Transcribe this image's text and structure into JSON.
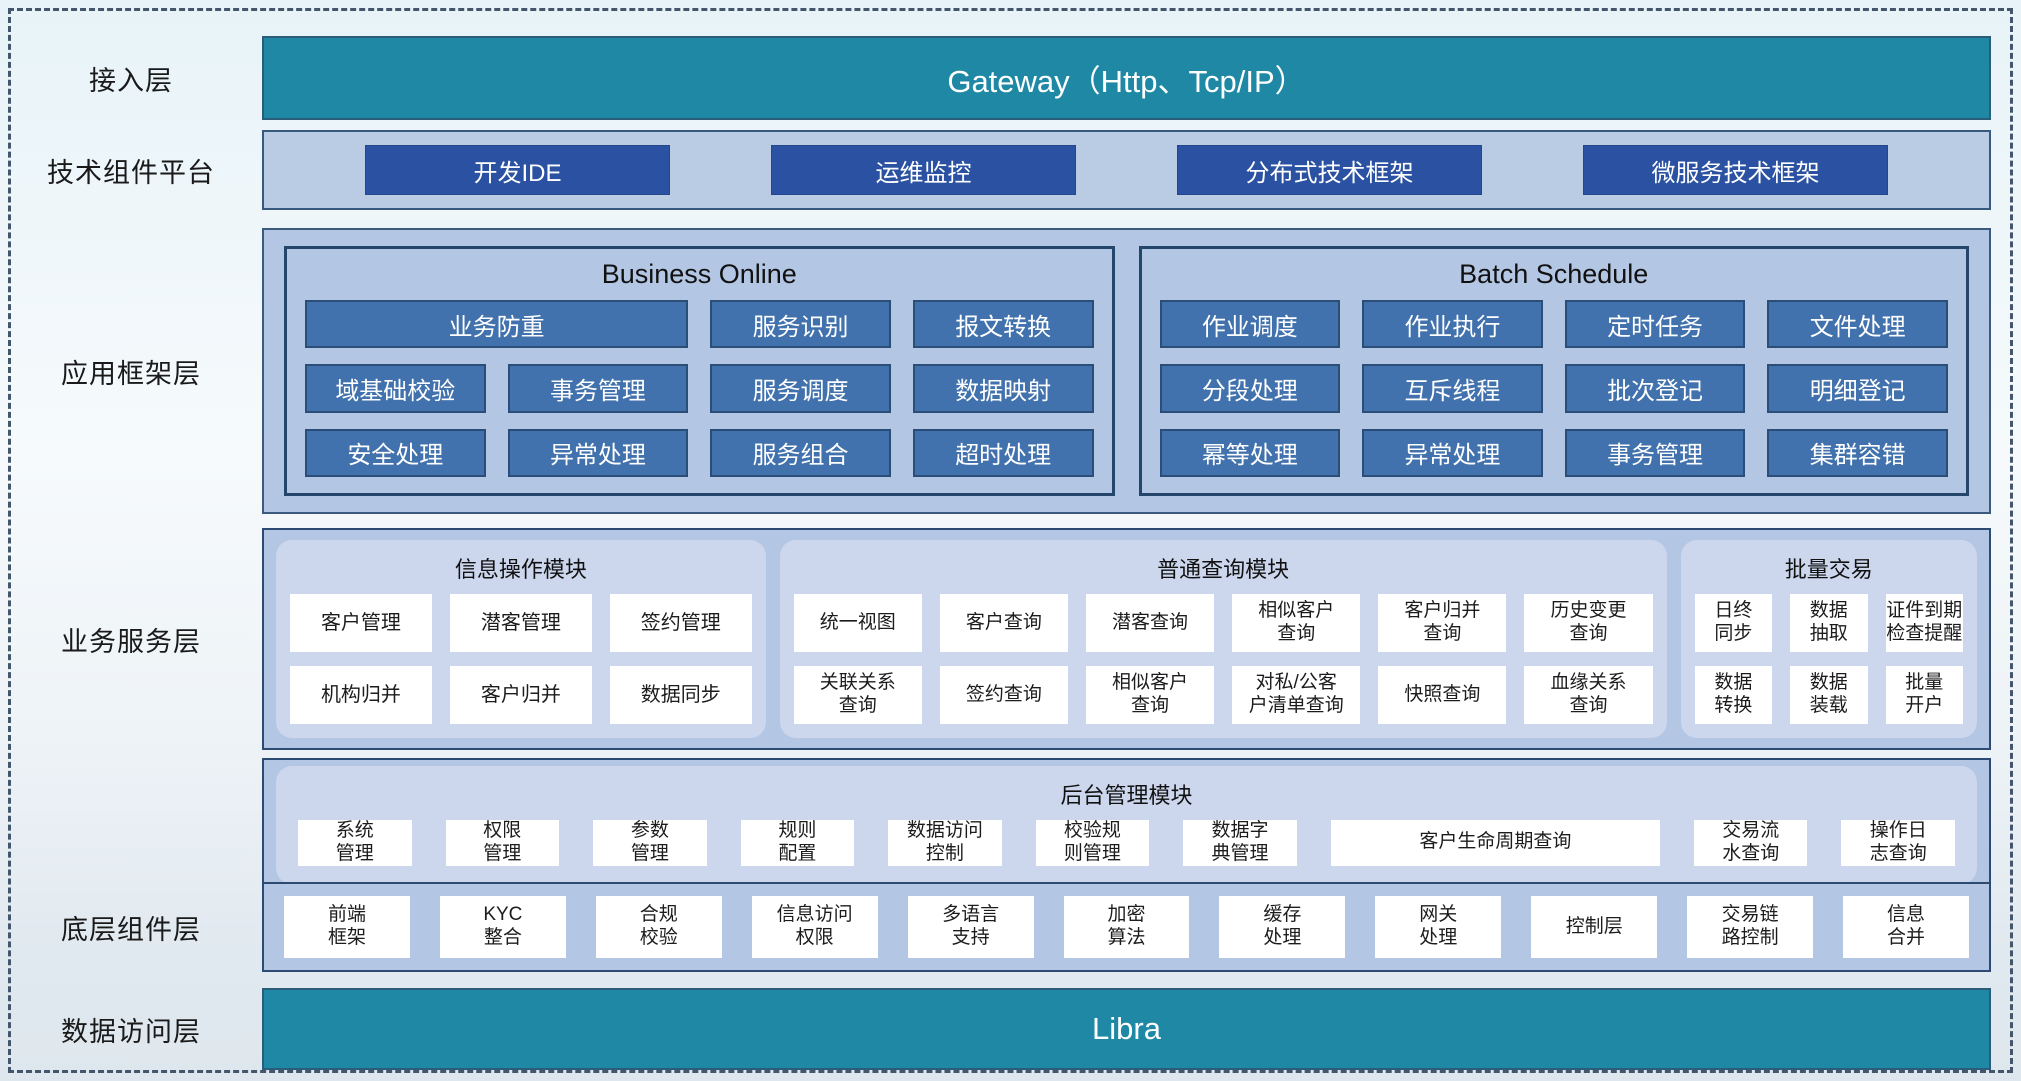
{
  "access_layer": {
    "label": "接入层",
    "gateway": "Gateway（Http、Tcp/IP）"
  },
  "tech_platform": {
    "label": "技术组件平台",
    "items": [
      "开发IDE",
      "运维监控",
      "分布式技术框架",
      "微服务技术框架"
    ]
  },
  "app_framework": {
    "label": "应用框架层",
    "business_online": {
      "title": "Business Online",
      "items": [
        "业务防重",
        "服务识别",
        "报文转换",
        "域基础校验",
        "事务管理",
        "服务调度",
        "数据映射",
        "安全处理",
        "异常处理",
        "服务组合",
        "超时处理"
      ]
    },
    "batch_schedule": {
      "title": "Batch Schedule",
      "items": [
        "作业调度",
        "作业执行",
        "定时任务",
        "文件处理",
        "分段处理",
        "互斥线程",
        "批次登记",
        "明细登记",
        "幂等处理",
        "异常处理",
        "事务管理",
        "集群容错"
      ]
    }
  },
  "business_service": {
    "label": "业务服务层",
    "info_module": {
      "title": "信息操作模块",
      "items": [
        "客户管理",
        "潜客管理",
        "签约管理",
        "机构归并",
        "客户归并",
        "数据同步"
      ]
    },
    "query_module": {
      "title": "普通查询模块",
      "items": [
        "统一视图",
        "客户查询",
        "潜客查询",
        "相似客户\n查询",
        "客户归并\n查询",
        "历史变更\n查询",
        "关联关系\n查询",
        "签约查询",
        "相似客户\n查询",
        "对私/公客\n户清单查询",
        "快照查询",
        "血缘关系\n查询"
      ]
    },
    "batch_module": {
      "title": "批量交易",
      "items": [
        "日终\n同步",
        "数据\n抽取",
        "证件到期\n检查提醒",
        "数据\n转换",
        "数据\n装载",
        "批量\n开户"
      ]
    }
  },
  "admin_module": {
    "title": "后台管理模块",
    "items": [
      "系统\n管理",
      "权限\n管理",
      "参数\n管理",
      "规则\n配置",
      "数据访问\n控制",
      "校验规\n则管理",
      "数据字\n典管理",
      "客户生命周期查询",
      "交易流\n水查询",
      "操作日\n志查询"
    ]
  },
  "base_layer": {
    "label": "底层组件层",
    "items": [
      "前端\n框架",
      "KYC\n整合",
      "合规\n校验",
      "信息访问\n权限",
      "多语言\n支持",
      "加密\n算法",
      "缓存\n处理",
      "网关\n处理",
      "控制层",
      "交易链\n路控制",
      "信息\n合并"
    ]
  },
  "data_layer": {
    "label": "数据访问层",
    "bar": "Libra"
  },
  "colors": {
    "teal": "#1e88a5",
    "dark_blue_button": "#2b52a2",
    "medium_blue_item": "#4172ad",
    "light_blue_container": "#b3c6e3",
    "periwinkle_module": "#ccd7ee"
  }
}
